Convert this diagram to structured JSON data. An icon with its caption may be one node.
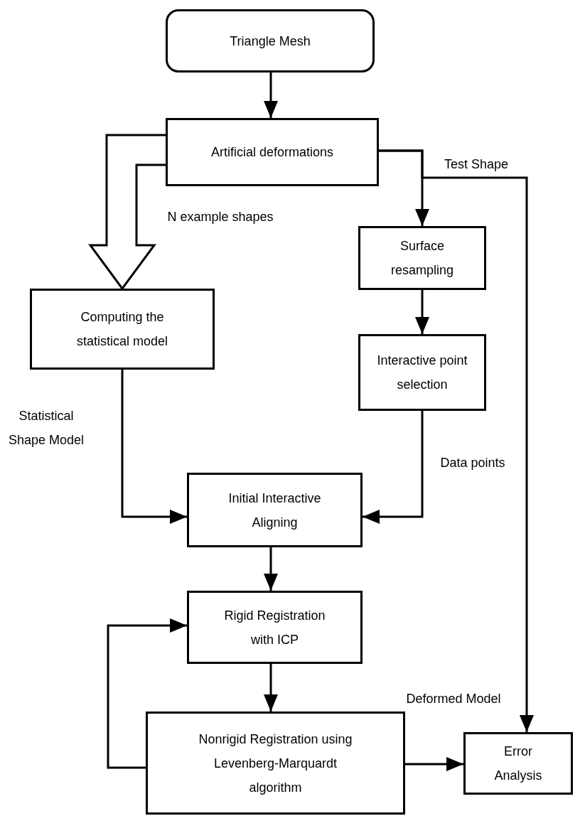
{
  "diagram": {
    "nodes": [
      {
        "text": [
          "Triangle Mesh"
        ]
      },
      {
        "text": [
          "Artificial deformations"
        ]
      },
      {
        "text": [
          "Computing the statistical model"
        ]
      },
      {
        "text": [
          "Surface resampling"
        ]
      },
      {
        "text": [
          "Interactive point selection"
        ]
      },
      {
        "text": [
          "Initial Interactive Aligning"
        ]
      },
      {
        "text": [
          "Rigid Registration with ICP"
        ]
      },
      {
        "text": [
          "Nonrigid Registration using Levenberg-Marquardt algorithm"
        ]
      },
      {
        "text": [
          "Error Analysis"
        ]
      }
    ],
    "edges": [
      {
        "from": 0,
        "to": 1,
        "arrow": "to"
      },
      {
        "from": 1,
        "to": 2,
        "arrow": "to",
        "style": "thick",
        "label": "N example shapes"
      },
      {
        "from": 1,
        "to": 3,
        "arrow": "to"
      },
      {
        "from": 1,
        "to": 8,
        "arrow": "to",
        "label": "Test Shape"
      },
      {
        "from": 3,
        "to": 4,
        "arrow": "to"
      },
      {
        "from": 2,
        "to": 5,
        "arrow": "to",
        "label": "Statistical Shape Model"
      },
      {
        "from": 4,
        "to": 5,
        "arrow": "to",
        "label": "Data points"
      },
      {
        "from": 5,
        "to": 6,
        "arrow": "to"
      },
      {
        "from": 6,
        "to": 7,
        "arrow": "to"
      },
      {
        "from": 7,
        "to": 6,
        "arrow": "to"
      },
      {
        "from": 7,
        "to": 8,
        "arrow": "to",
        "label": "Deformed Model"
      }
    ]
  }
}
